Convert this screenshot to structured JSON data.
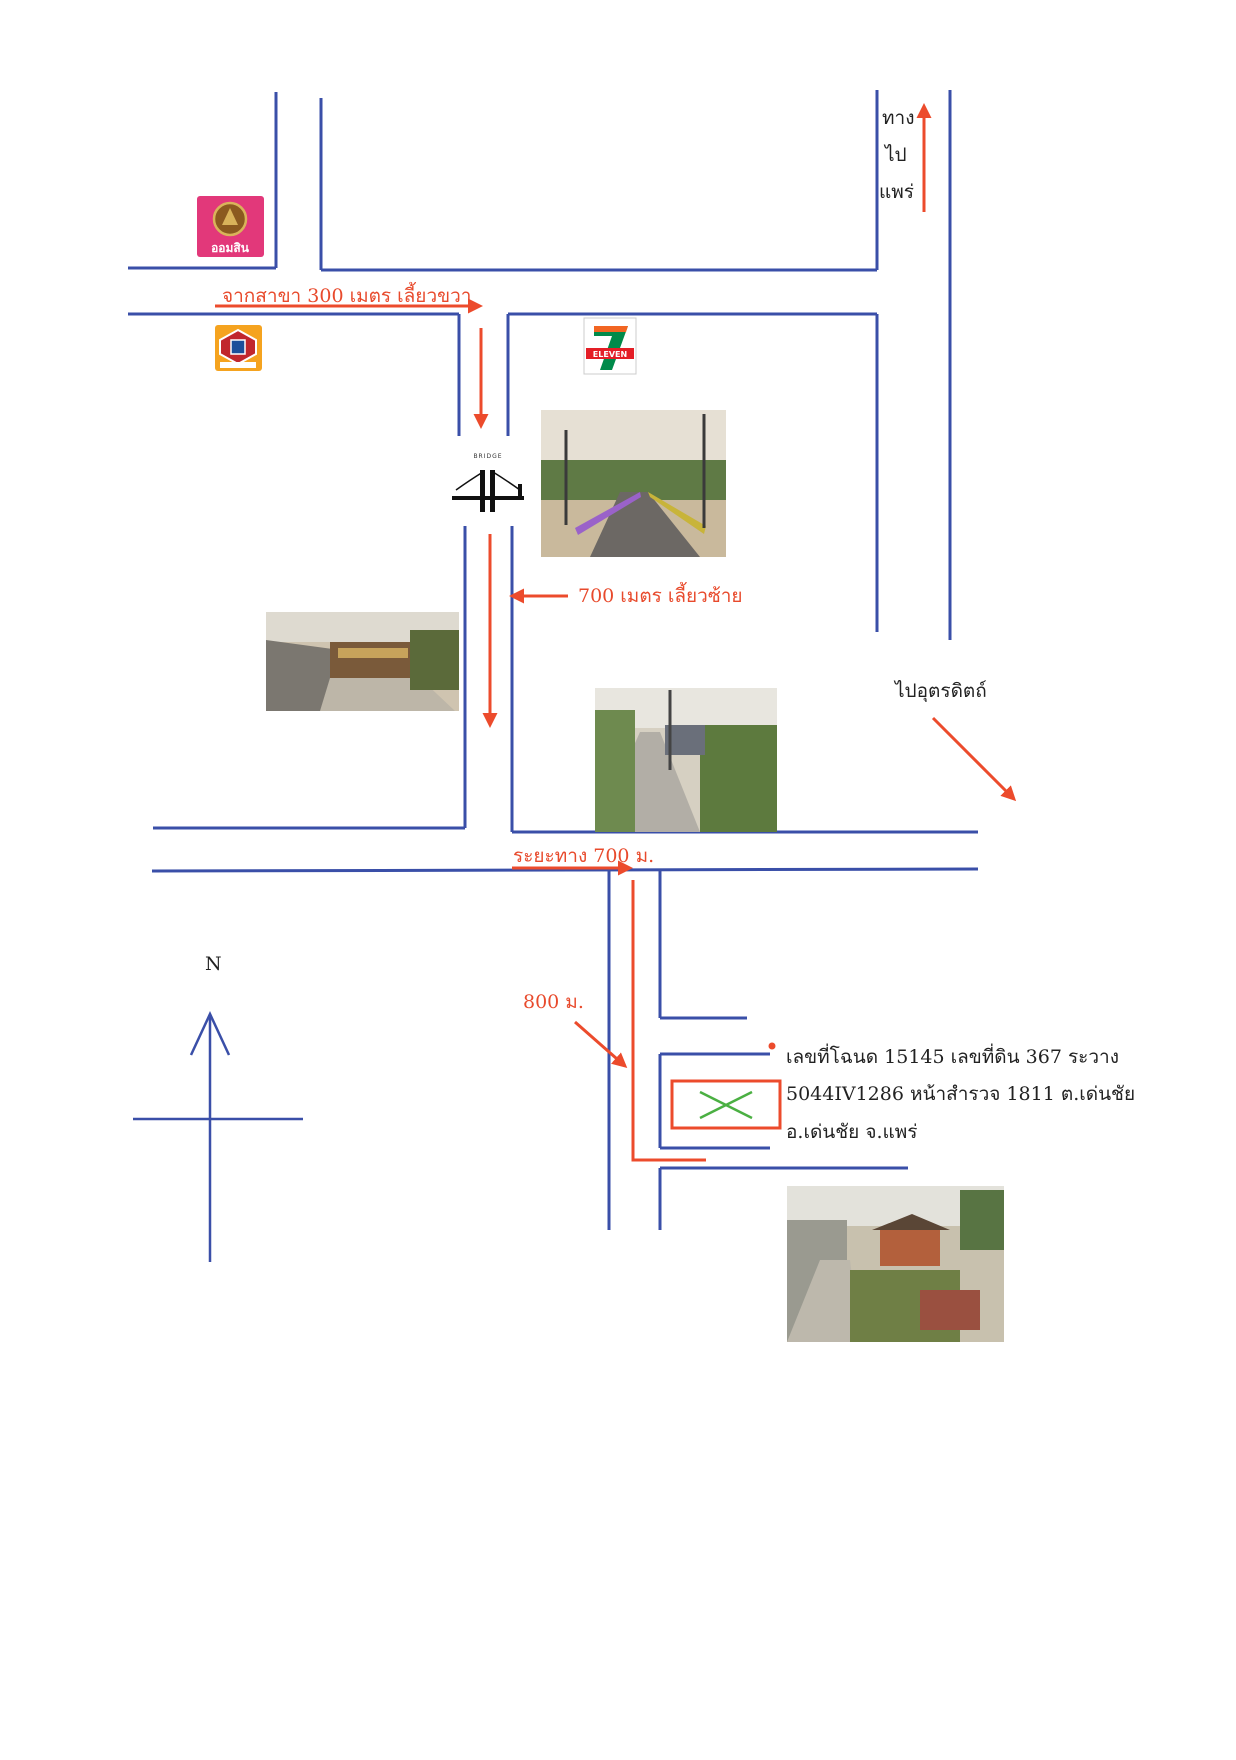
{
  "labels": {
    "to_phrae": [
      "ทาง",
      "ไป",
      "แพร่"
    ],
    "from_branch": "จากสาขา 300 เมตร เลี้ยวขวา",
    "turn_left": "700 เมตร เลี้ยวซ้าย",
    "to_uttaradit": "ไปอุตรดิตถ์",
    "distance_700": "ระยะทาง 700 ม.",
    "distance_800": "800 ม.",
    "compass_north": "N",
    "bridge_caption": "BRIDGE",
    "property_lines": [
      "เลขที่โฉนด 15145 เลขที่ดิน 367 ระวาง",
      "5044IV1286 หน้าสำรวจ 1811 ต.เด่นชัย",
      "อ.เด่นชัย จ.แพร่"
    ]
  },
  "logos": {
    "gsb": {
      "text": "ออมสิน"
    },
    "seven_eleven": {
      "text": "ELEVEN"
    }
  },
  "colors": {
    "road": "#3a4fa8",
    "route": "#ec4b2c",
    "plot_cross": "#4bb043",
    "gsb_brand": "#e2387a",
    "seven_green": "#008a4a",
    "seven_orange": "#f26522",
    "bank_orange": "#f5a31f"
  }
}
